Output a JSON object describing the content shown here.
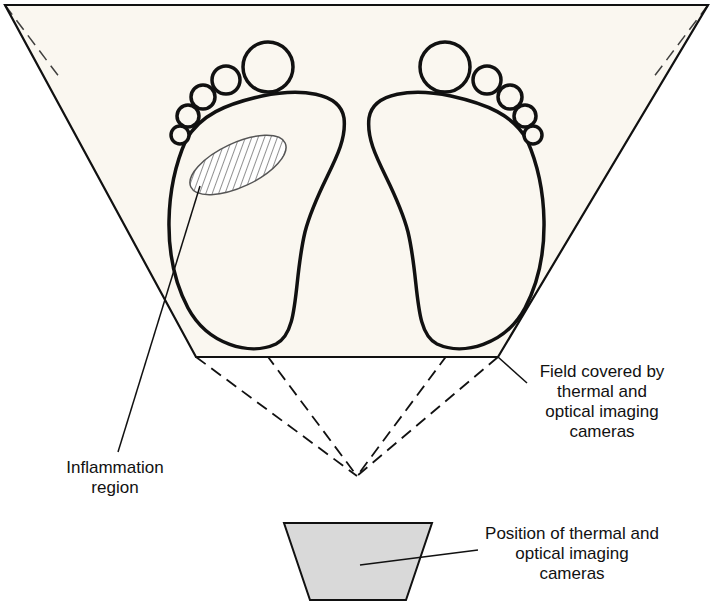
{
  "diagram": {
    "labels": [
      "Inflammation region",
      "Field covered by thermal and optical imaging cameras",
      "Position of thermal and optical imaging cameras"
    ]
  }
}
